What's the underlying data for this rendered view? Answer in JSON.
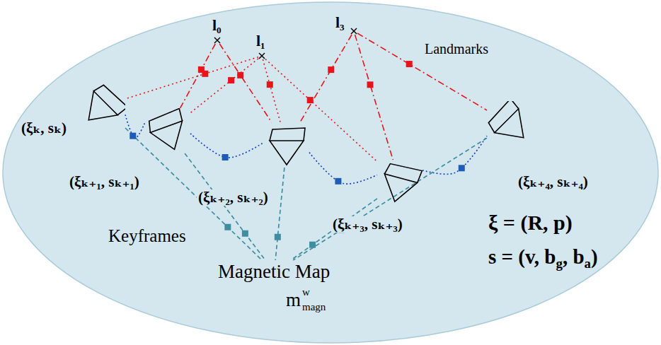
{
  "diagram": {
    "nodes": [
      {
        "text": [
          "l₀"
        ]
      },
      {
        "text": [
          "l₁"
        ]
      },
      {
        "text": [
          "l₃"
        ]
      },
      {
        "text": [
          "(ξₖ, sₖ)"
        ]
      },
      {
        "text": [
          "(ξₖ₊₁, sₖ₊₁)"
        ]
      },
      {
        "text": [
          "(ξₖ₊₂, sₖ₊₂)"
        ]
      },
      {
        "text": [
          "(ξₖ₊₃, sₖ₊₃)"
        ]
      },
      {
        "text": [
          "(ξₖ₊₄, sₖ₊₄)"
        ]
      },
      {
        "text": [
          "Magnetic Map"
        ]
      }
    ],
    "edges": [
      {
        "from": 0,
        "to": 4,
        "arrow": "none"
      },
      {
        "from": 0,
        "to": 5,
        "arrow": "none"
      },
      {
        "from": 1,
        "to": 3,
        "arrow": "none"
      },
      {
        "from": 1,
        "to": 4,
        "arrow": "none"
      },
      {
        "from": 1,
        "to": 5,
        "arrow": "none"
      },
      {
        "from": 1,
        "to": 6,
        "arrow": "none"
      },
      {
        "from": 2,
        "to": 5,
        "arrow": "none"
      },
      {
        "from": 2,
        "to": 6,
        "arrow": "none"
      },
      {
        "from": 2,
        "to": 7,
        "arrow": "none"
      },
      {
        "from": 3,
        "to": 4,
        "arrow": "none"
      },
      {
        "from": 4,
        "to": 5,
        "arrow": "none"
      },
      {
        "from": 5,
        "to": 6,
        "arrow": "none"
      },
      {
        "from": 6,
        "to": 7,
        "arrow": "none"
      },
      {
        "from": 3,
        "to": 8,
        "arrow": "none"
      },
      {
        "from": 4,
        "to": 8,
        "arrow": "none"
      },
      {
        "from": 5,
        "to": 8,
        "arrow": "none"
      },
      {
        "from": 6,
        "to": 8,
        "arrow": "none"
      },
      {
        "from": 7,
        "to": 8,
        "arrow": "none"
      }
    ],
    "labels": [
      "Landmarks",
      "Keyframes",
      "m",
      "w",
      "magn",
      "ξ = (R, p)",
      "s = (v, b",
      "g",
      ", b",
      "a",
      ")"
    ]
  }
}
